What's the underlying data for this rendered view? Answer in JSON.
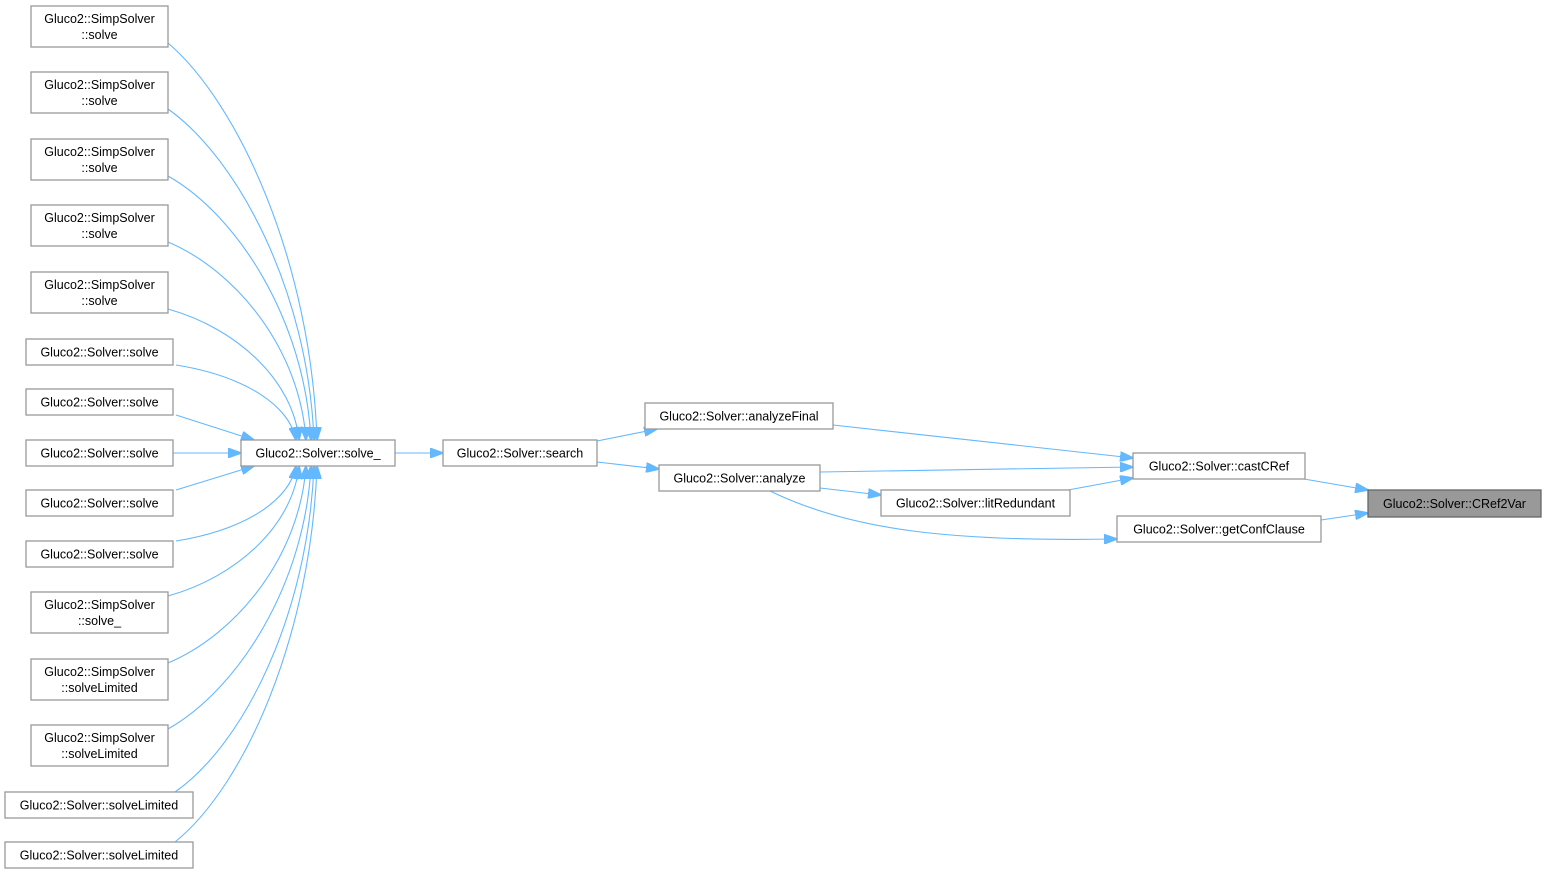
{
  "graph": {
    "title": "Caller graph",
    "colors": {
      "edge": "#63b8ff",
      "node_border": "#999999",
      "highlight_fill": "#999999"
    },
    "nodes": [
      {
        "id": "ss1",
        "lines": [
          "Gluco2::SimpSolver",
          "::solve"
        ]
      },
      {
        "id": "ss2",
        "lines": [
          "Gluco2::SimpSolver",
          "::solve"
        ]
      },
      {
        "id": "ss3",
        "lines": [
          "Gluco2::SimpSolver",
          "::solve"
        ]
      },
      {
        "id": "ss4",
        "lines": [
          "Gluco2::SimpSolver",
          "::solve"
        ]
      },
      {
        "id": "ss5",
        "lines": [
          "Gluco2::SimpSolver",
          "::solve"
        ]
      },
      {
        "id": "s1",
        "lines": [
          "Gluco2::Solver::solve"
        ]
      },
      {
        "id": "s2",
        "lines": [
          "Gluco2::Solver::solve"
        ]
      },
      {
        "id": "s3",
        "lines": [
          "Gluco2::Solver::solve"
        ]
      },
      {
        "id": "s4",
        "lines": [
          "Gluco2::Solver::solve"
        ]
      },
      {
        "id": "s5",
        "lines": [
          "Gluco2::Solver::solve"
        ]
      },
      {
        "id": "ss6",
        "lines": [
          "Gluco2::SimpSolver",
          "::solve_"
        ]
      },
      {
        "id": "ssl1",
        "lines": [
          "Gluco2::SimpSolver",
          "::solveLimited"
        ]
      },
      {
        "id": "ssl2",
        "lines": [
          "Gluco2::SimpSolver",
          "::solveLimited"
        ]
      },
      {
        "id": "sl1",
        "lines": [
          "Gluco2::Solver::solveLimited"
        ]
      },
      {
        "id": "sl2",
        "lines": [
          "Gluco2::Solver::solveLimited"
        ]
      },
      {
        "id": "solve_",
        "lines": [
          "Gluco2::Solver::solve_"
        ]
      },
      {
        "id": "search",
        "lines": [
          "Gluco2::Solver::search"
        ]
      },
      {
        "id": "analyzeFinal",
        "lines": [
          "Gluco2::Solver::analyzeFinal"
        ]
      },
      {
        "id": "analyze",
        "lines": [
          "Gluco2::Solver::analyze"
        ]
      },
      {
        "id": "litRedundant",
        "lines": [
          "Gluco2::Solver::litRedundant"
        ]
      },
      {
        "id": "castCRef",
        "lines": [
          "Gluco2::Solver::castCRef"
        ]
      },
      {
        "id": "getConfClause",
        "lines": [
          "Gluco2::Solver::getConfClause"
        ]
      },
      {
        "id": "CRef2Var",
        "lines": [
          "Gluco2::Solver::CRef2Var"
        ],
        "highlight": true
      }
    ],
    "edges": [
      [
        "ss1",
        "solve_"
      ],
      [
        "ss2",
        "solve_"
      ],
      [
        "ss3",
        "solve_"
      ],
      [
        "ss4",
        "solve_"
      ],
      [
        "ss5",
        "solve_"
      ],
      [
        "s1",
        "solve_"
      ],
      [
        "s2",
        "solve_"
      ],
      [
        "s3",
        "solve_"
      ],
      [
        "s4",
        "solve_"
      ],
      [
        "s5",
        "solve_"
      ],
      [
        "ss6",
        "solve_"
      ],
      [
        "ssl1",
        "solve_"
      ],
      [
        "ssl2",
        "solve_"
      ],
      [
        "sl1",
        "solve_"
      ],
      [
        "sl2",
        "solve_"
      ],
      [
        "solve_",
        "search"
      ],
      [
        "search",
        "analyzeFinal"
      ],
      [
        "search",
        "analyze"
      ],
      [
        "analyzeFinal",
        "castCRef"
      ],
      [
        "analyze",
        "castCRef"
      ],
      [
        "analyze",
        "litRedundant"
      ],
      [
        "litRedundant",
        "castCRef"
      ],
      [
        "analyze",
        "getConfClause"
      ],
      [
        "castCRef",
        "CRef2Var"
      ],
      [
        "getConfClause",
        "CRef2Var"
      ]
    ]
  }
}
